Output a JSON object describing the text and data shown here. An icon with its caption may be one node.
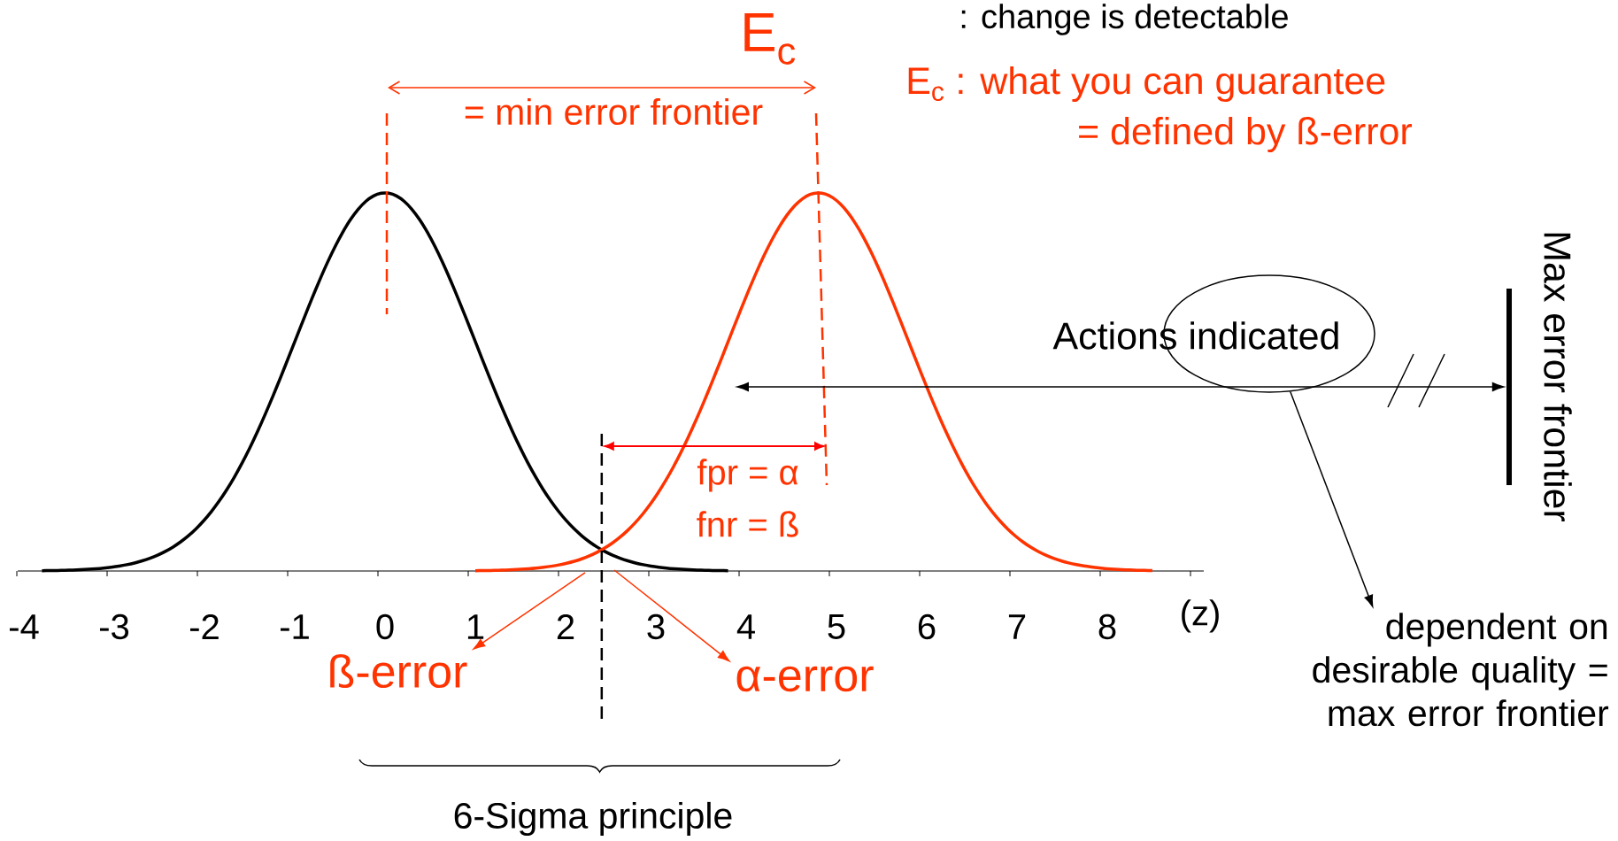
{
  "diagram": {
    "nodes": [
      {
        "text": [
          "ß-error"
        ]
      },
      {
        "text": [
          "α-error"
        ]
      },
      {
        "text": [],
        "shape": "circle"
      },
      {
        "text": [],
        "shape": "bar",
        "beside": [
          "Max error frontier"
        ]
      },
      {
        "text": [
          "dependent on desirable quality = max error frontier"
        ]
      }
    ],
    "edges": [
      {
        "from": null,
        "to": 0,
        "arrow": "to",
        "color": "#ff3300"
      },
      {
        "from": null,
        "to": 1,
        "arrow": "to",
        "color": "#ff3300"
      },
      {
        "from": null,
        "to": 3,
        "arrow": "both",
        "color": "#000000"
      },
      {
        "from": 2,
        "to": 4,
        "arrow": "to",
        "color": "#000000"
      }
    ],
    "labels": [
      ": change is detectable",
      "E$_{c}$",
      "E$_{c}$ : what you can guarantee",
      "= min error frontier",
      "= defined by ß-error",
      "fpr = α",
      "fnr = ß",
      "Actions indicated",
      "-4",
      "-3",
      "-2",
      "-1",
      "0",
      "1",
      "2",
      "3",
      "4",
      "5",
      "6",
      "7",
      "8",
      "(z)",
      "6-Sigma principle"
    ]
  }
}
